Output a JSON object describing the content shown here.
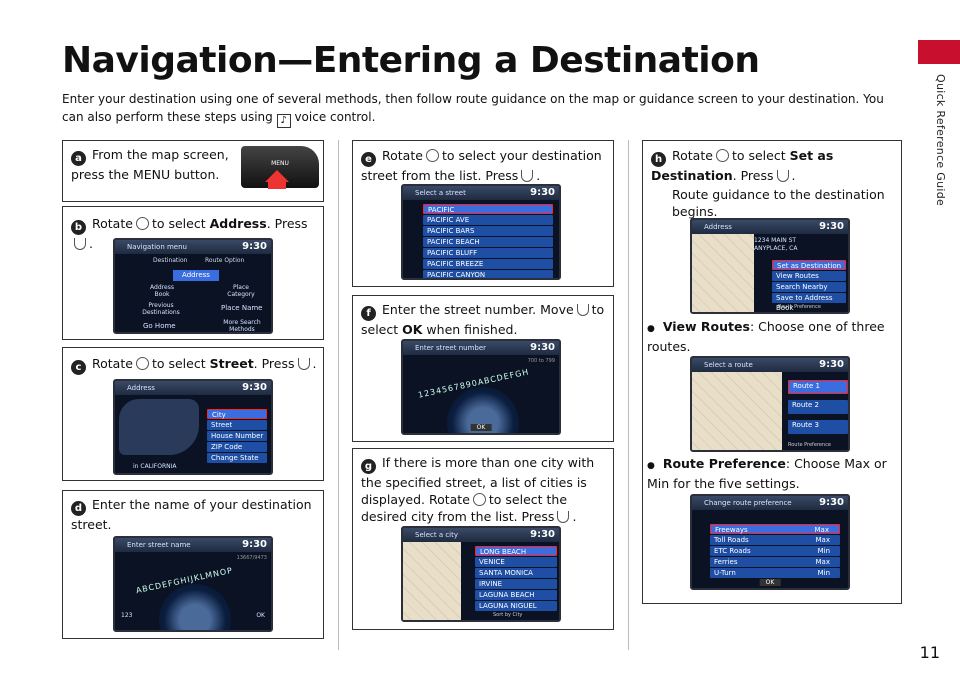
{
  "side_label": "Quick Reference Guide",
  "title": "Navigation—Entering a Destination",
  "intro": {
    "before": "Enter your destination using one of several methods, then follow route guidance on the map or guidance screen to your destination. You can also perform these steps using",
    "after": "voice control."
  },
  "time": "9:30",
  "menu_btn": "MENU",
  "steps": {
    "a": {
      "num": "a",
      "text": "From the map screen, press the MENU button."
    },
    "b": {
      "num": "b",
      "pre": "Rotate",
      "mid": "to select",
      "bold": "Address",
      "post": ". Press",
      "end": "."
    },
    "c": {
      "num": "c",
      "pre": "Rotate",
      "mid": "to select",
      "bold": "Street",
      "post": ". Press",
      "end": "."
    },
    "d": {
      "num": "d",
      "text": "Enter the name of your destination street."
    },
    "e": {
      "num": "e",
      "pre": "Rotate",
      "mid": "to select your destination street from the list. Press",
      "end": "."
    },
    "f": {
      "num": "f",
      "pre": "Enter the street number. Move",
      "mid": "to select",
      "bold": "OK",
      "post": "when finished."
    },
    "g": {
      "num": "g",
      "pre": "If there is more than one city with the specified street, a list of cities is displayed. Rotate",
      "mid": "to select the desired city from the list. Press",
      "end": "."
    },
    "h": {
      "num": "h",
      "pre": "Rotate",
      "mid": "to select",
      "bold": "Set as Destination",
      "post": ". Press",
      "end": ".",
      "line2": "Route guidance to the destination begins."
    }
  },
  "bullets": [
    {
      "bold": "View Routes",
      "text": ": Choose one of three routes."
    },
    {
      "bold": "Route Preference",
      "text": ": Choose Max or Min for the five settings."
    }
  ],
  "screens": {
    "nav_menu": {
      "title": "Navigation menu",
      "tabs": [
        "Destination",
        "Route Option"
      ],
      "items": [
        "Address",
        "Address Book",
        "Place Category",
        "Previous Destinations",
        "Place Name",
        "Go Home",
        "More Search Methods"
      ]
    },
    "address": {
      "title": "Address",
      "items": [
        "City",
        "Street",
        "House Number",
        "ZIP Code",
        "Change State"
      ],
      "footer": "in CALIFORNIA"
    },
    "street_name": {
      "title": "Enter street name",
      "count": "13667/9473",
      "letters": "ABCDEFGHIJKLMNOP",
      "left": "123",
      "ok": "OK"
    },
    "select_street": {
      "title": "Select a street",
      "items": [
        "PACIFIC",
        "PACIFIC AVE",
        "PACIFIC BARS",
        "PACIFIC BEACH",
        "PACIFIC BLUFF",
        "PACIFIC BREEZE",
        "PACIFIC CANYON"
      ]
    },
    "street_number": {
      "title": "Enter street number",
      "range": "700 to 799",
      "digits": "1234567890ABCDEFGH",
      "ok": "OK"
    },
    "select_city": {
      "title": "Select a city",
      "items": [
        "LONG BEACH",
        "VENICE",
        "SANTA MONICA",
        "IRVINE",
        "LAGUNA BEACH",
        "LAGUNA NIGUEL"
      ],
      "footer": "Sort by City"
    },
    "dest": {
      "title": "Address",
      "addr1": "1234 MAIN ST",
      "addr2": "ANYPLACE, CA",
      "items": [
        "Set as Destination",
        "View Routes",
        "Search Nearby",
        "Save to Address Book"
      ],
      "footer": "Route Preference"
    },
    "route": {
      "title": "Select a route",
      "items": [
        "Route 1",
        "Route 2",
        "Route 3"
      ],
      "footer": "Route Preference"
    },
    "pref": {
      "title": "Change route preference",
      "rows": [
        [
          "Freeways",
          "Max"
        ],
        [
          "Toll Roads",
          "Max"
        ],
        [
          "ETC Roads",
          "Min"
        ],
        [
          "Ferries",
          "Max"
        ],
        [
          "U-Turn",
          "Min"
        ]
      ],
      "ok": "OK"
    }
  },
  "page_number": "11"
}
